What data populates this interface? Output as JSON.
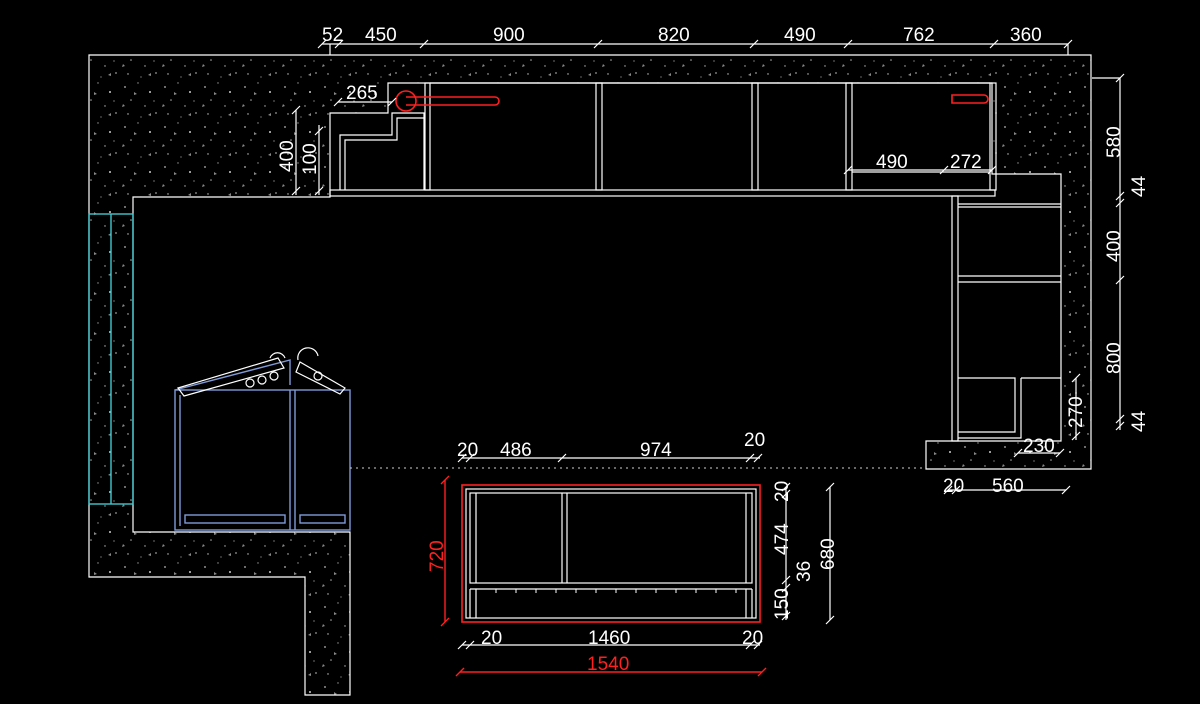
{
  "colors": {
    "background": "#000000",
    "line": "#ffffff",
    "highlight": "#ff2020",
    "cyan": "#3fc8d0",
    "blue": "#7f9ad8",
    "wall_texture": "#bbbbbb"
  },
  "dims": {
    "top": [
      "52",
      "450",
      "900",
      "820",
      "490",
      "762",
      "360"
    ],
    "right": [
      "580",
      "44",
      "400",
      "800",
      "44",
      "270",
      "230"
    ],
    "upper_left": [
      "265",
      "400",
      "100"
    ],
    "upper_inner": [
      "490",
      "272"
    ],
    "right_bottom": [
      "20",
      "560"
    ],
    "detail_top": [
      "20",
      "486",
      "974",
      "20"
    ],
    "detail_right": [
      "20",
      "474",
      "36",
      "150",
      "680"
    ],
    "detail_bottom": [
      "20",
      "1460",
      "20"
    ],
    "detail_red": [
      "720",
      "1540"
    ]
  }
}
